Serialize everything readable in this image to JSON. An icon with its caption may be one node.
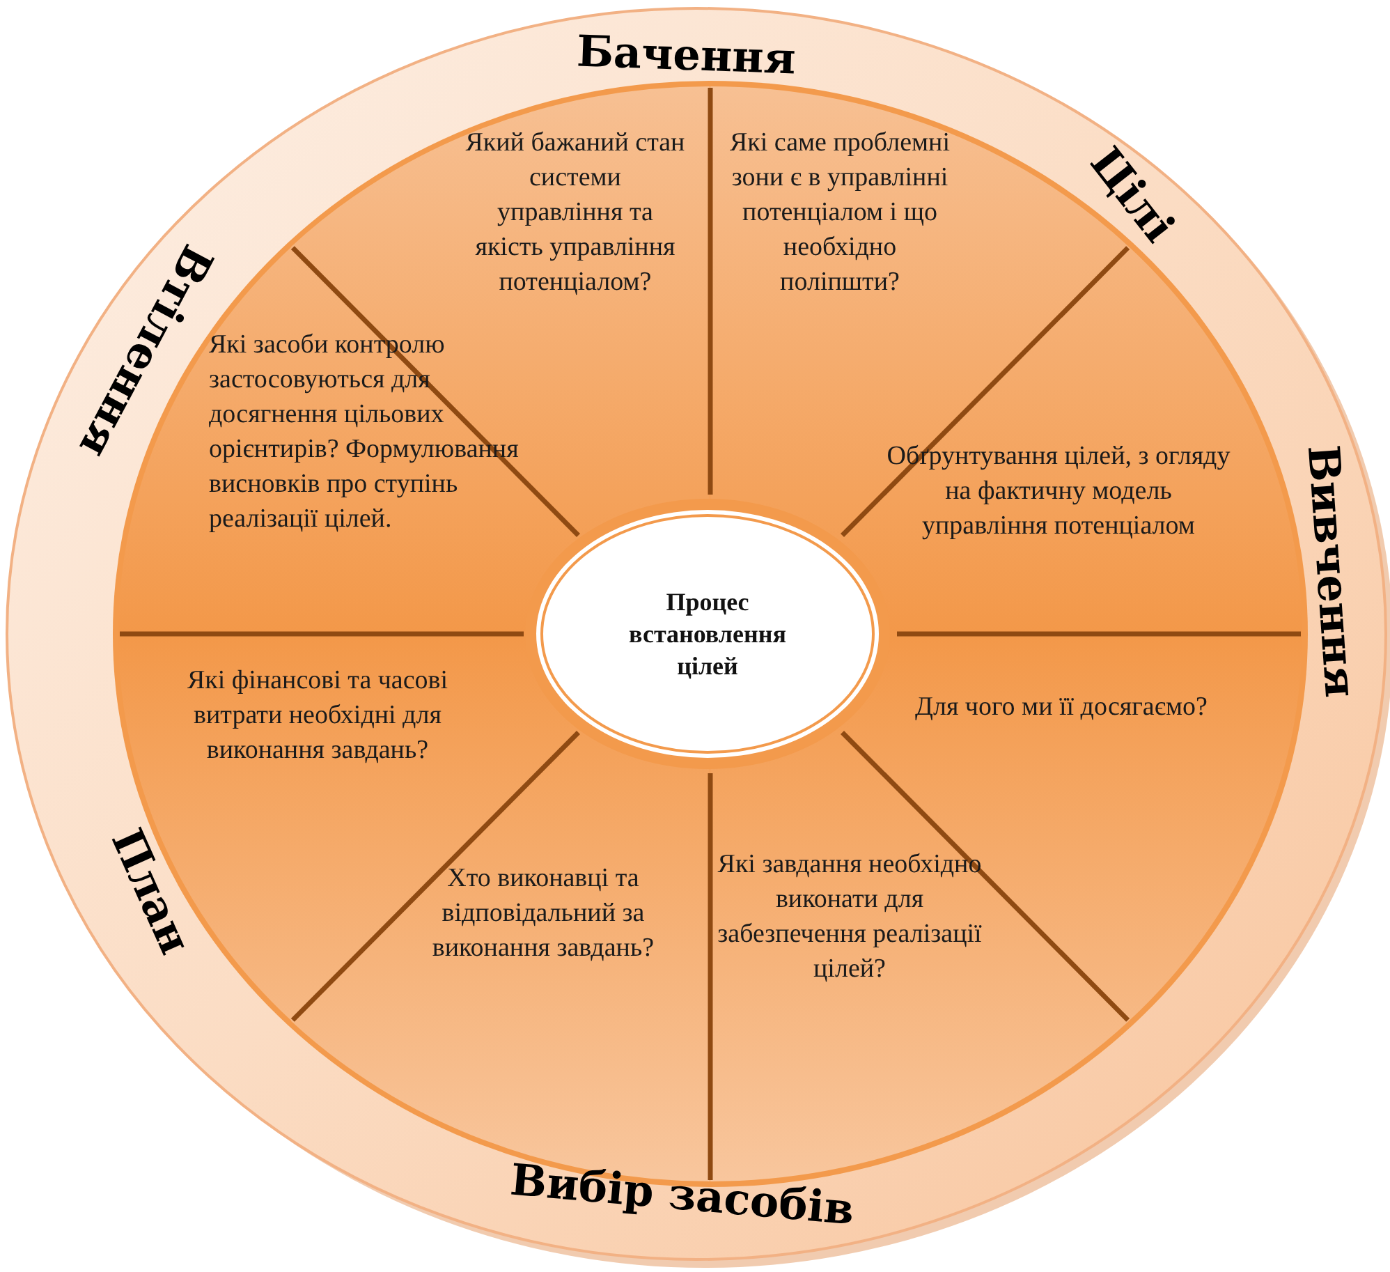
{
  "diagram": {
    "nodes": [
      {
        "text": [
          "Бачення",
          "Цілі",
          "Вивчення",
          "Вибір засобів",
          "План",
          "Втілення"
        ]
      },
      {
        "text": [
          "Який бажаний стан системи управління та якість управління потенціалом?"
        ],
        "in": 0
      },
      {
        "text": [
          "Які саме проблемні зони є в управлінні потенціалом і що необхідно поліпшти?"
        ],
        "in": 0
      },
      {
        "text": [
          "Обґрунтування цілей, з огляду на фактичну модель управління потенціалом"
        ],
        "in": 0
      },
      {
        "text": [
          "Для чого ми її досягаємо?"
        ],
        "in": 0
      },
      {
        "text": [
          "Які завдання необхідно виконати для забезпечення реалізації цілей?"
        ],
        "in": 0
      },
      {
        "text": [
          "Хто виконавці та відповідальний за виконання завдань?"
        ],
        "in": 0
      },
      {
        "text": [
          "Які фінансові та часові витрати необхідні для виконання завдань?"
        ],
        "in": 0
      },
      {
        "text": [
          "Які засоби контролю застосовуються для досягнення цільових орієнтирів? Формулювання висновків про ступінь реалізації цілей."
        ],
        "in": 0
      },
      {
        "text": [
          "Процес встановлення цілей"
        ],
        "in": 0
      }
    ],
    "edges": []
  }
}
